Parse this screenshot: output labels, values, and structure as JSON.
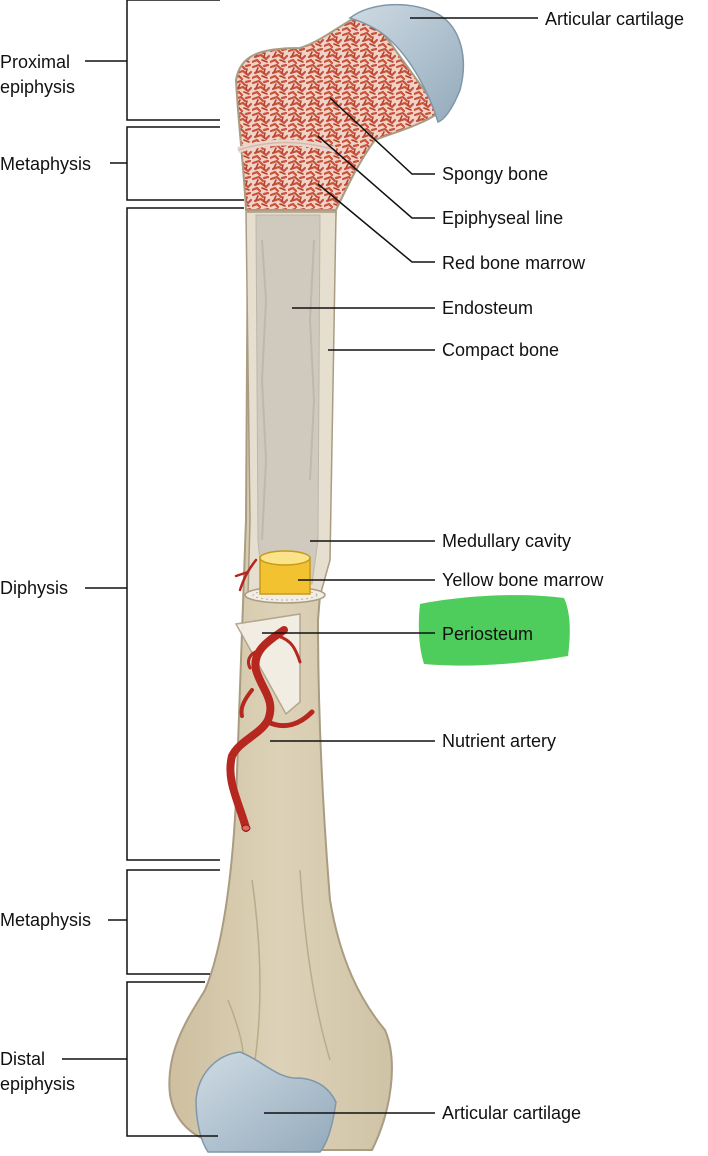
{
  "labels": {
    "articular_cartilage_top": "Articular cartilage",
    "spongy_bone": "Spongy bone",
    "epiphyseal_line": "Epiphyseal line",
    "red_bone_marrow": "Red bone marrow",
    "endosteum": "Endosteum",
    "compact_bone": "Compact bone",
    "medullary_cavity": "Medullary cavity",
    "yellow_bone_marrow": "Yellow bone marrow",
    "periosteum": "Periosteum",
    "nutrient_artery": "Nutrient artery",
    "articular_cartilage_bottom": "Articular cartilage",
    "proximal_epiphysis": "Proximal\nepiphysis",
    "metaphysis_top": "Metaphysis",
    "diaphysis": "Diphysis",
    "metaphysis_bottom": "Metaphysis",
    "distal_epiphysis": "Distal\nepiphysis"
  },
  "colors": {
    "bone": "#d9ceb5",
    "bone_light": "#e6dfcf",
    "bone_outline": "#a99c82",
    "cavity": "#cfc9be",
    "spongy": "#c8533a",
    "spongy_bg": "#f1d2c8",
    "cartilage": "#b7c8d4",
    "cartilage_dark": "#8ea6b6",
    "marrow_yellow": "#f2c230",
    "artery": "#b5271f",
    "highlight": "#3fc84e",
    "line": "#111111"
  }
}
